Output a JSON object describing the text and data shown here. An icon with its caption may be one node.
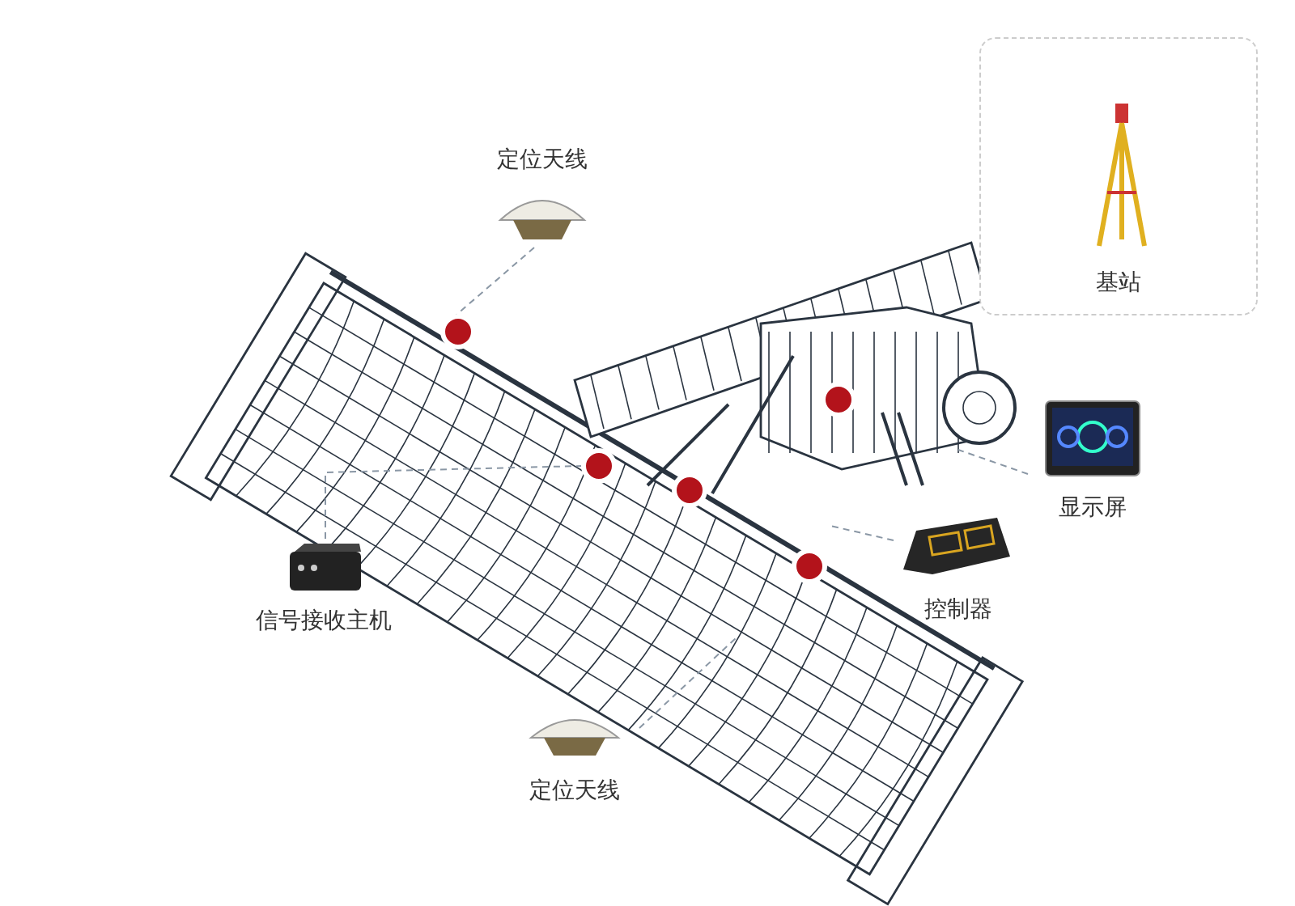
{
  "diagram": {
    "nodes": [
      {
        "text": [
          "基站"
        ]
      },
      {
        "text": [
          "定位天线"
        ]
      },
      {
        "text": [],
        "shape": "circle"
      },
      {
        "text": [],
        "shape": "circle"
      },
      {
        "text": [],
        "shape": "circle"
      },
      {
        "text": [],
        "shape": "circle"
      },
      {
        "text": [],
        "shape": "circle"
      },
      {
        "text": [
          "显示屏"
        ]
      },
      {
        "text": [
          "信号接收主机"
        ]
      },
      {
        "text": [
          "控制器"
        ]
      },
      {
        "text": [
          "定位天线"
        ]
      }
    ],
    "edges": [
      {
        "from": 1,
        "to": 2,
        "arrow": "none",
        "style": "dashed"
      },
      {
        "from": 8,
        "to": 4,
        "arrow": "none",
        "style": "dashed"
      },
      {
        "from": 7,
        "to": null,
        "arrow": "none",
        "style": "dashed"
      },
      {
        "from": 9,
        "to": null,
        "arrow": "none",
        "style": "dashed"
      },
      {
        "from": 10,
        "to": null,
        "arrow": "none",
        "style": "dashed"
      }
    ]
  }
}
